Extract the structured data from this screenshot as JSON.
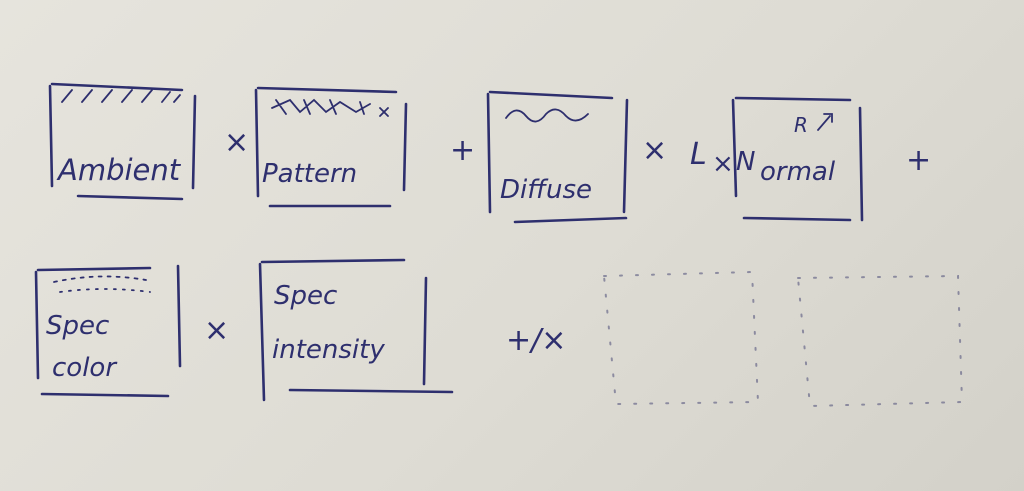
{
  "diagram": {
    "row1": {
      "ambient_label": "Ambient",
      "pattern_label": "Pattern",
      "diffuse_label": "Diffuse",
      "normal_label": "Normal",
      "normal_prefix": "N",
      "normal_rest": "ormal",
      "normal_mark": "R",
      "op_1": "×",
      "op_2": "+",
      "op_3": "×",
      "light_label": "L",
      "light_op": "×",
      "op_end": "+"
    },
    "row2": {
      "spec_color_line1": "Spec",
      "spec_color_line2": "color",
      "op_1": "×",
      "spec_intensity_line1": "Spec",
      "spec_intensity_line2": "intensity",
      "op_2": "+/×"
    },
    "ink_color": "#2e2f6e",
    "paper_color": "#e3e1da"
  }
}
